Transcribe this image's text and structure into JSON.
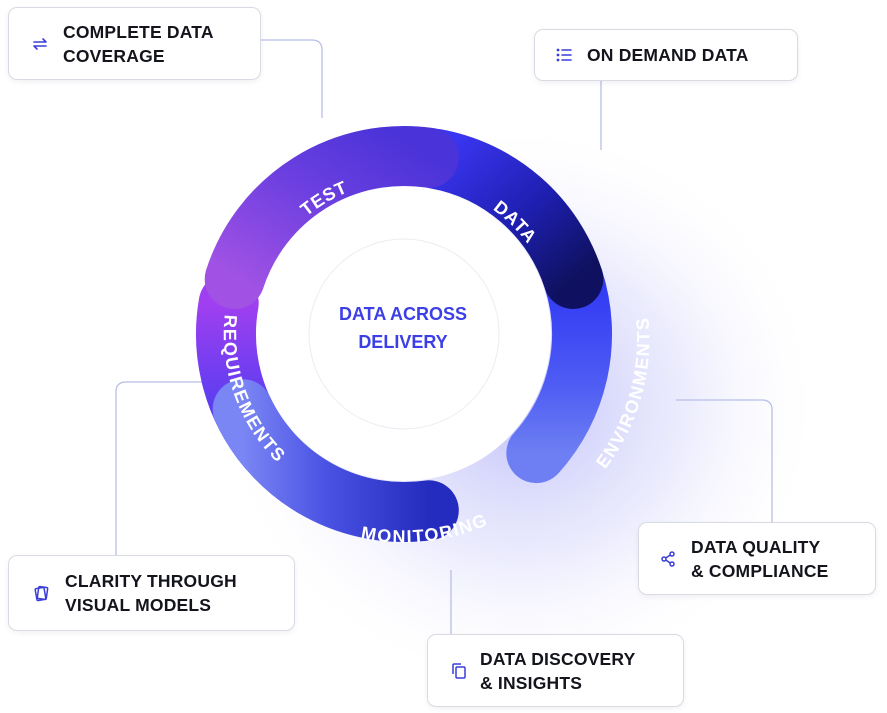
{
  "center": {
    "line1": "DATA ACROSS",
    "line2": "DELIVERY"
  },
  "ring": {
    "test": "TEST",
    "data": "DATA",
    "environments": "ENVIRONMENTS",
    "monitoring": "MONITORING",
    "requirements": "REQUIREMENTS"
  },
  "cards": {
    "coverage": {
      "line1": "COMPLETE DATA",
      "line2": "COVERAGE",
      "icon": "swap-arrows-icon"
    },
    "on_demand": {
      "line1": "ON DEMAND DATA",
      "icon": "list-icon"
    },
    "quality": {
      "line1": "DATA QUALITY",
      "line2": "& COMPLIANCE",
      "icon": "share-nodes-icon"
    },
    "discovery": {
      "line1": "DATA DISCOVERY",
      "line2": "& INSIGHTS",
      "icon": "copy-icon"
    },
    "clarity": {
      "line1": "CLARITY THROUGH",
      "line2": "VISUAL MODELS",
      "icon": "cards-icon"
    }
  },
  "colors": {
    "accent": "#3c3ee6",
    "icon": "#3a3dd8",
    "connector": "#b9bee8",
    "text": "#14151c"
  }
}
